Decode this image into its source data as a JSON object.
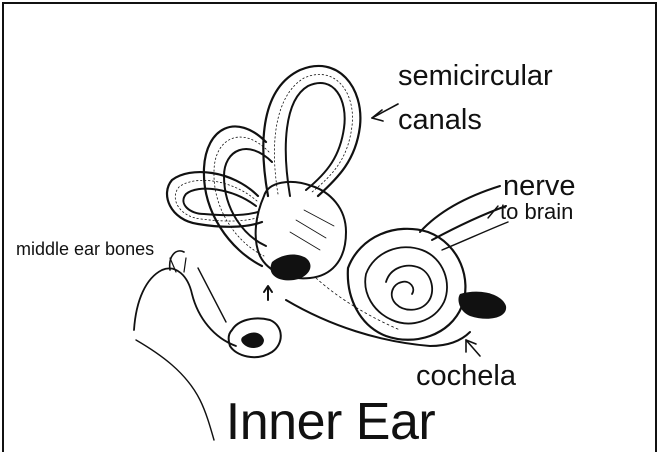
{
  "diagram": {
    "title": "Inner Ear",
    "labels": {
      "semicircular": "semicircular",
      "canals": "canals",
      "nerve": "nerve",
      "to_brain": "to brain",
      "middle_ear_bones": "middle ear bones",
      "cochela": "cochela"
    },
    "colors": {
      "ink": "#111111",
      "background": "#ffffff"
    }
  }
}
